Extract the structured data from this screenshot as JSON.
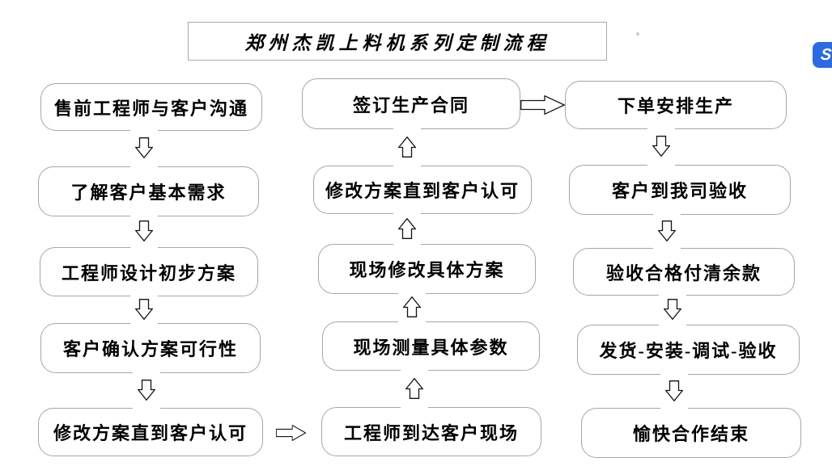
{
  "title": "郑州杰凯上料机系列定制流程",
  "columns": {
    "left": [
      "售前工程师与客户沟通",
      "了解客户基本需求",
      "工程师设计初步方案",
      "客户确认方案可行性",
      "修改方案直到客户认可"
    ],
    "middle": [
      "签订生产合同",
      "修改方案直到客户认可",
      "现场修改具体方案",
      "现场测量具体参数",
      "工程师到达客户现场"
    ],
    "right": [
      "下单安排生产",
      "客户到我司验收",
      "验收合格付清余款",
      "发货-安装-调试-验收",
      "愉快合作结束"
    ]
  },
  "side_button": {
    "glyph": "S"
  },
  "icons": {
    "down_arrow": "hollow-block-down-arrow",
    "up_arrow": "hollow-block-up-arrow",
    "right_arrow": "hollow-block-right-arrow",
    "side_logo": "s-logo"
  },
  "colors": {
    "background": "#ffffff",
    "box_border": "#a6a6a6",
    "arrow_stroke": "#141414",
    "text": "#000000",
    "side_button": "#2a6ae4"
  }
}
